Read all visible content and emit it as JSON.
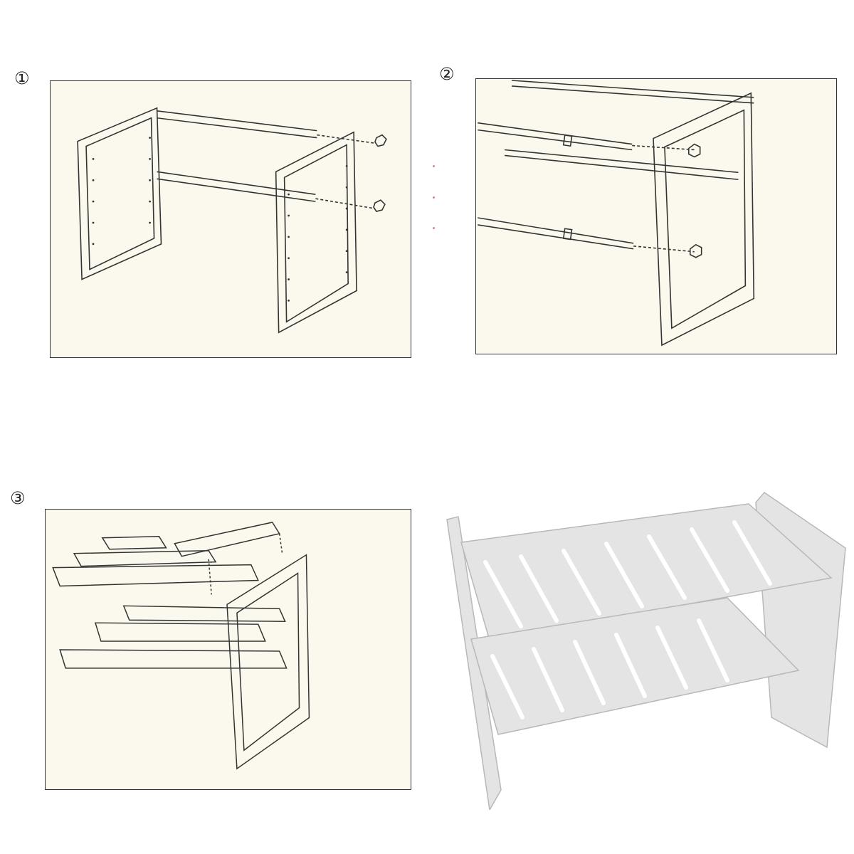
{
  "steps": [
    {
      "number": "①"
    },
    {
      "number": "②"
    },
    {
      "number": "③"
    }
  ],
  "colors": {
    "panel_bg": "#fbf9ee",
    "line": "#333333",
    "photo_plastic": "#e4e4e4"
  }
}
